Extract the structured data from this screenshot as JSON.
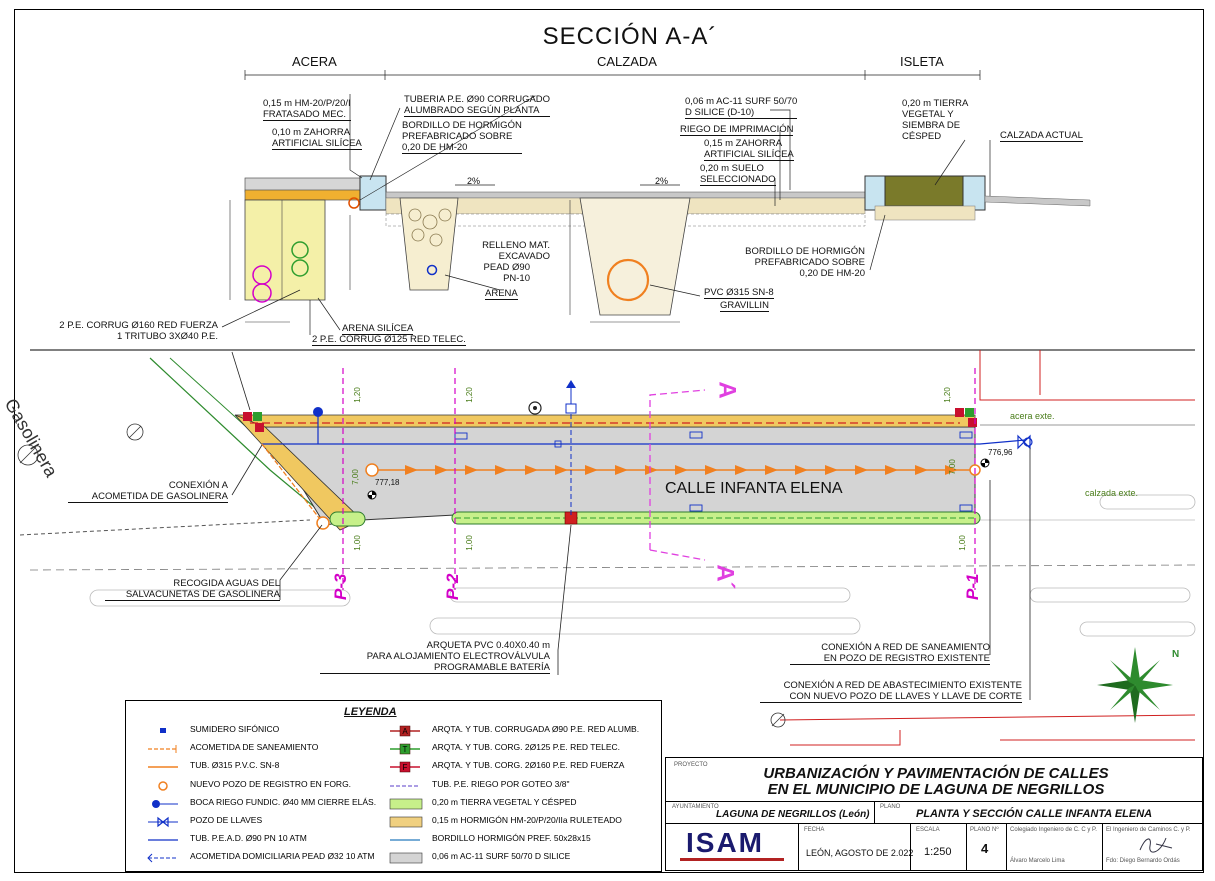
{
  "section": {
    "title": "SECCIÓN A-A´",
    "zones": {
      "sidewalk": "ACERA",
      "roadway": "CALZADA",
      "island": "ISLETA"
    },
    "layer_notes": {
      "hm20": "0,15 m HM-20/P/20/I\nFRATASADO MEC.",
      "zahorra_acera": "0,10 m ZAHORRA\nARTIFICIAL SILÍCEA",
      "tuberia": "TUBERIA P.E. Ø90 CORRUGADO\nALUMBRADO SEGÚN PLANTA",
      "bordillo_left": "BORDILLO DE HORMIGÓN\nPREFABRICADO SOBRE\n0,20 DE HM-20",
      "ac11": "0,06 m AC-11 SURF 50/70\nD SILICE (D-10)",
      "riego": "RIEGO DE IMPRIMACIÓN",
      "zahorra_calzada": "0,15 m ZAHORRA\nARTIFICIAL SILÍCEA",
      "suelo": "0,20 m SUELO\nSELECCIONADO",
      "tierra": "0,20 m TIERRA\nVEGETAL Y\nSIEMBRA DE\nCÉSPED",
      "calzada_actual": "CALZADA ACTUAL",
      "relleno": "RELLENO MAT.\nEXCAVADO",
      "pead": "PEAD Ø90\nPN-10",
      "arena": "ARENA",
      "pvc315": "PVC Ø315 SN-8",
      "gravillin": "GRAVILLIN",
      "bordillo_right": "BORDILLO DE HORMIGÓN\nPREFABRICADO SOBRE\n0,20 DE HM-20",
      "red_fuerza": "2 P.E. CORRUG Ø160 RED FUERZA\n1 TRITUBO 3XØ40 P.E.",
      "arena_silicea": "ARENA SILÍCEA",
      "red_telec": "2 P.E. CORRUG Ø125 RED TELEC."
    },
    "slopes": [
      "2%",
      "2%"
    ]
  },
  "plan": {
    "street_name": "CALLE INFANTA ELENA",
    "gas_station": "Gasolinera",
    "elev_left": "777,18",
    "elev_right": "776,96",
    "acera_exist": "acera exte.",
    "calzada_exist": "calzada exte.",
    "profiles": [
      "P-3",
      "P-2",
      "P-1"
    ],
    "section_cut": "A",
    "section_cut_b": "A´",
    "dims": [
      "1,20",
      "1,20",
      "1,20",
      "7,00",
      "7,00",
      "1,00",
      "1,00",
      "1,00"
    ],
    "notes": {
      "conexion_gas": "CONEXIÓN A\nACOMETIDA DE GASOLINERA",
      "recogida": "RECOGIDA AGUAS DEL\nSALVACUNETAS DE GASOLINERA",
      "arqueta": "ARQUETA PVC 0.40X0.40 m\nPARA ALOJAMIENTO ELECTROVÁLVULA\nPROGRAMABLE BATERÍA",
      "saneamiento": "CONEXIÓN A RED DE SANEAMIENTO\nEN POZO DE REGISTRO EXISTENTE",
      "abastecimiento": "CONEXIÓN A RED DE ABASTECIMIENTO EXISTENTE\nCON NUEVO POZO DE LLAVES Y LLAVE DE CORTE"
    },
    "north": "N"
  },
  "legend": {
    "title": "LEYENDA",
    "left": [
      {
        "label": "SUMIDERO SIFÓNICO",
        "icon": "sumidero-icon"
      },
      {
        "label": "ACOMETIDA DE SANEAMIENTO",
        "icon": "acometida-icon"
      },
      {
        "label": "TUB. Ø315 P.V.C. SN-8",
        "icon": "pvc-line-icon"
      },
      {
        "label": "NUEVO POZO DE REGISTRO EN FORG.",
        "icon": "pozo-icon"
      },
      {
        "label": "BOCA RIEGO FUNDIC. Ø40 MM CIERRE ELÁS.",
        "icon": "boca-riego-icon"
      },
      {
        "label": "POZO DE LLAVES",
        "icon": "valve-icon"
      },
      {
        "label": "TUB. P.E.A.D. Ø90 PN 10 ATM",
        "icon": "pead-line-icon"
      },
      {
        "label": "ACOMETIDA DOMICILIARIA PEAD Ø32 10 ATM",
        "icon": "domicil-icon"
      }
    ],
    "right": [
      {
        "label": "ARQTA. Y TUB. CORRUGADA Ø90 P.E. RED ALUMB.",
        "icon": "red-box-icon",
        "color": "#b22222",
        "letter": "A"
      },
      {
        "label": "ARQTA. Y TUB. CORG. 2Ø125 P.E. RED TELEC.",
        "icon": "green-box-icon",
        "color": "#2e9e2e",
        "letter": "T"
      },
      {
        "label": "ARQTA. Y TUB. CORG. 2Ø160 P.E. RED FUERZA",
        "icon": "red-box-icon",
        "color": "#c8102e",
        "letter": "F"
      },
      {
        "label": "TUB. P.E. RIEGO POR GOTEO 3/8\"",
        "icon": "dashed-line-icon"
      },
      {
        "label": "0,20 m TIERRA VEGETAL Y CÉSPED",
        "icon": "green-swatch",
        "color": "#c7f08a"
      },
      {
        "label": "0,15 m HORMIGÓN HM-20/P/20/IIa RULETEADO",
        "icon": "yellow-swatch",
        "color": "#f0d080"
      },
      {
        "label": "BORDILLO HORMIGÓN PREF. 50x28x15",
        "icon": "blue-line-icon"
      },
      {
        "label": "0,06 m AC-11 SURF 50/70 D SILICE",
        "icon": "grey-swatch",
        "color": "#d4d4d4"
      }
    ]
  },
  "titleblock": {
    "project_lbl": "PROYECTO",
    "project": "URBANIZACIÓN Y PAVIMENTACIÓN DE CALLES\nEN EL MUNICIPIO DE LAGUNA DE NEGRILLOS",
    "client_lbl": "AYUNTAMIENTO",
    "client": "LAGUNA DE NEGRILLOS (León)",
    "plan_lbl": "PLANO",
    "plan": "PLANTA Y SECCIÓN CALLE INFANTA ELENA",
    "logo": "ISAM",
    "date_lbl": "FECHA",
    "date": "LEÓN, AGOSTO DE 2.022",
    "scale_lbl": "ESCALA",
    "scale": "1:250",
    "num_lbl": "PLANO Nº",
    "num": "4",
    "author1_lbl": "Colegiado Ingeniero de C. C y P.",
    "author1": "Álvaro Marcelo Lima",
    "author2_lbl": "El Ingeniero de Caminos C. y P.",
    "author2": "Fdo: Diego Bernardo Ordás"
  },
  "colors": {
    "asphalt": "#d4d4d4",
    "concrete": "#f0d080",
    "grass": "#c7f08a",
    "sand": "#efe4c0",
    "orange": "#f08020",
    "blue": "#1030c8",
    "magenta": "#d400c8"
  }
}
